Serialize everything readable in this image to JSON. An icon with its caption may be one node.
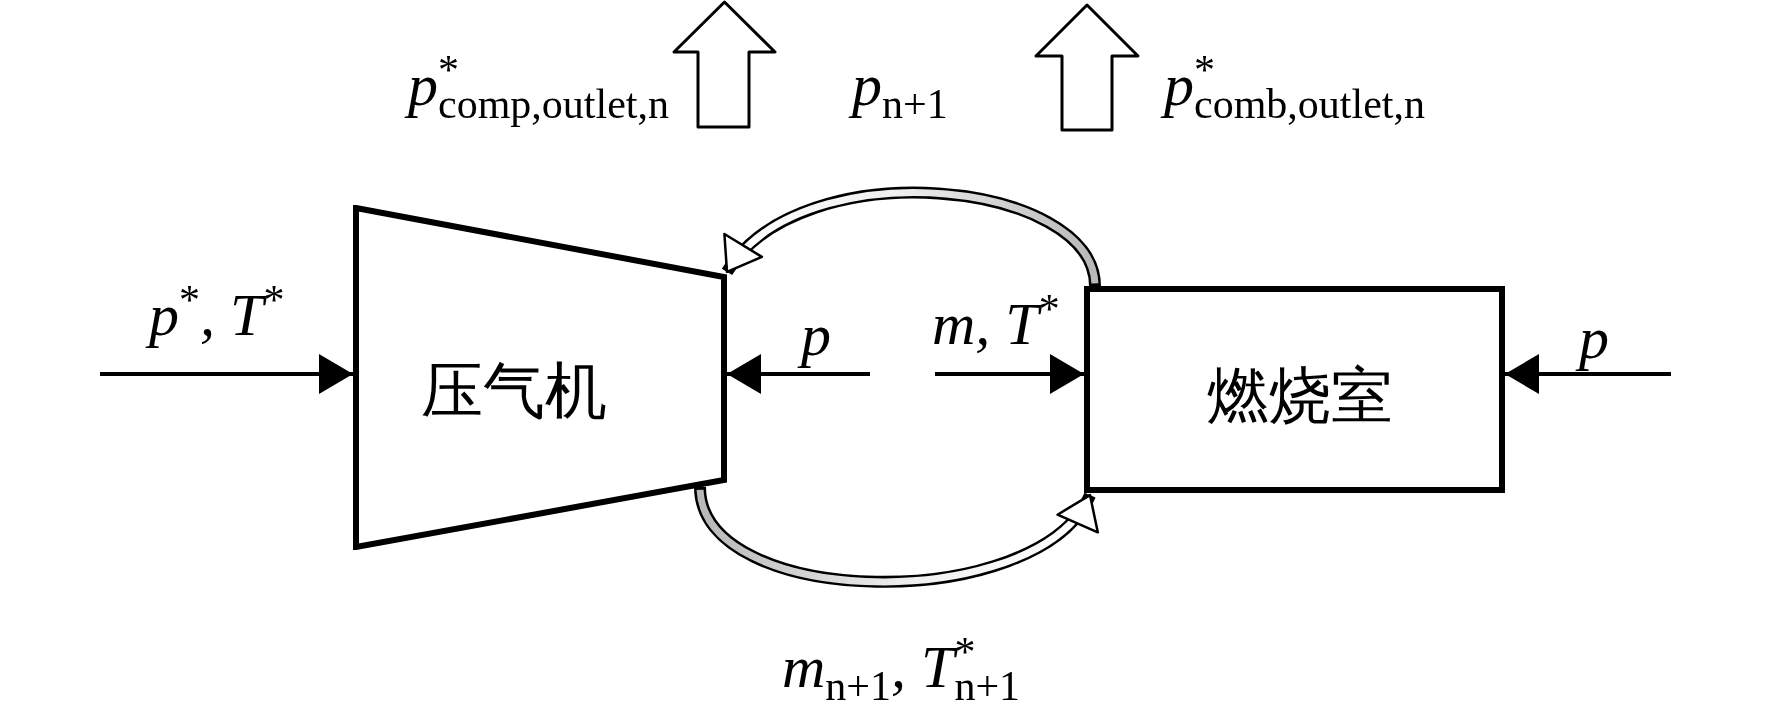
{
  "diagram": {
    "nodes": [
      {
        "text": [
          "压气机"
        ]
      },
      {
        "text": [
          "燃烧室"
        ]
      }
    ],
    "edges": [
      {
        "from": null,
        "to": 0,
        "arrow": "to",
        "label": "p$^{*}$, T$^{*}$"
      },
      {
        "from": null,
        "to": 0,
        "arrow": "to",
        "label": "p"
      },
      {
        "from": null,
        "to": 1,
        "arrow": "to",
        "label": "m, T$^{*}$"
      },
      {
        "from": null,
        "to": 1,
        "arrow": "to",
        "label": "p"
      },
      {
        "from": 1,
        "to": 0,
        "arrow": "to",
        "style": "thick"
      },
      {
        "from": 0,
        "to": 1,
        "arrow": "to",
        "style": "thick",
        "label": "m$_{n+1}$, T$^{*}$$_{n+1}$"
      }
    ],
    "labels": [
      "p$^{*}$$_{comp,outlet,n}$",
      "p$_{n+1}$",
      "p$^{*}$$_{comb,outlet,n}$"
    ]
  }
}
